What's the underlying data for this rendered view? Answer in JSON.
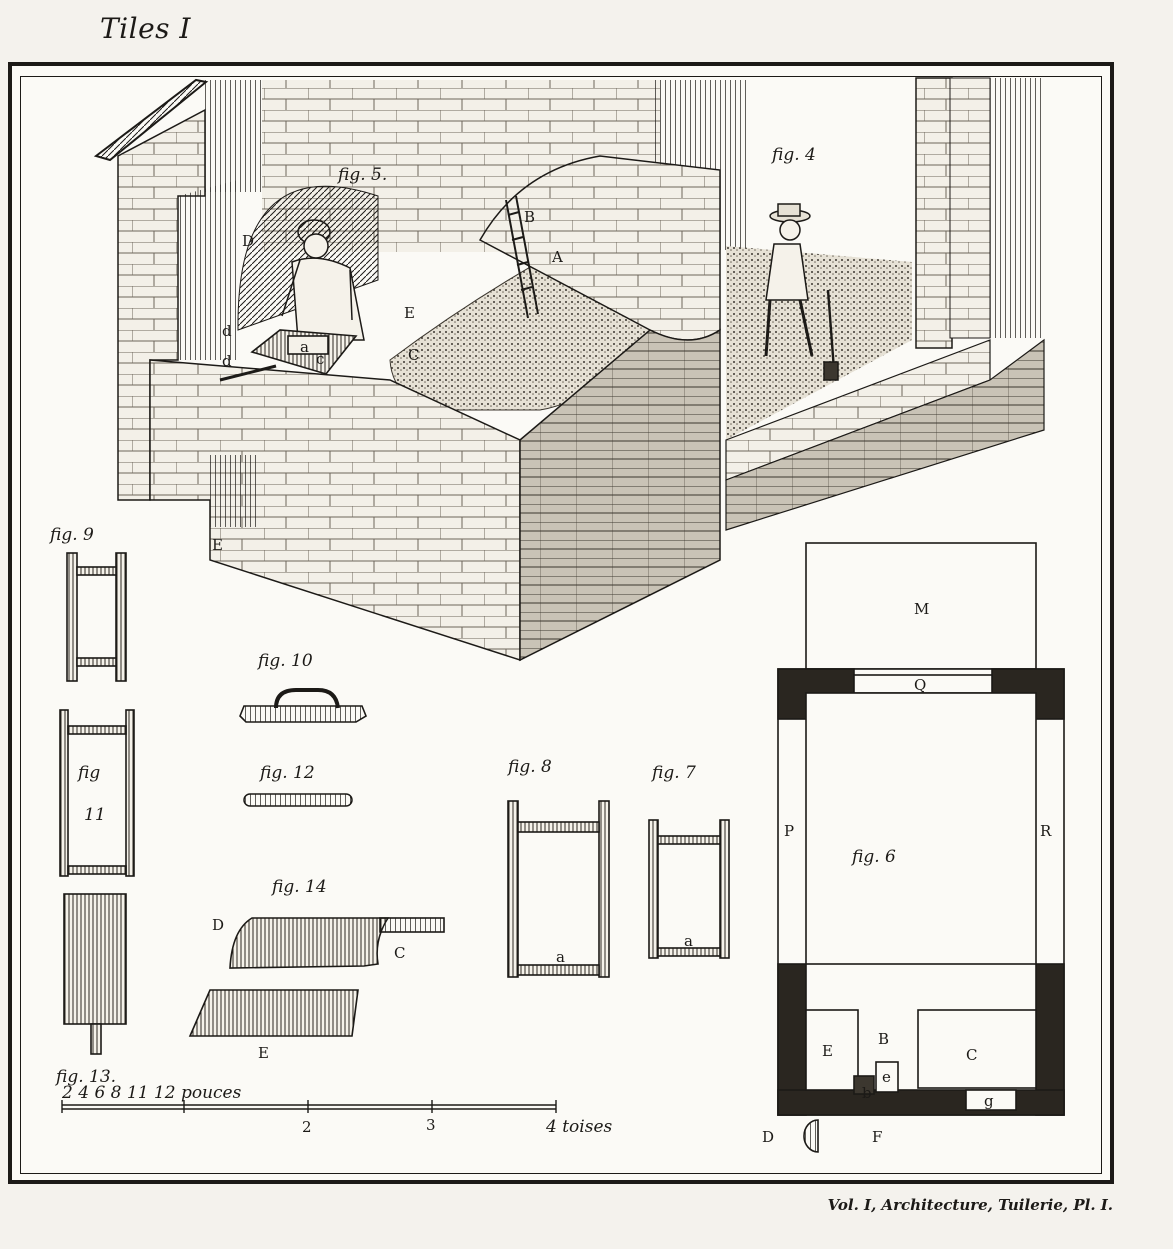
{
  "plate_title": "Tiles I",
  "caption": "Vol. I, Architecture, Tuilerie, Pl. I.",
  "figures": {
    "fig4": "fig. 4",
    "fig5": "fig. 5.",
    "fig6": "fig. 6",
    "fig7": "fig. 7",
    "fig8": "fig. 8",
    "fig9": "fig. 9",
    "fig10": "fig. 10",
    "fig11a": "fig",
    "fig11b": "11",
    "fig12": "fig. 12",
    "fig13": "fig. 13.",
    "fig14": "fig. 14"
  },
  "letters": {
    "A": "A",
    "B": "B",
    "C": "C",
    "D": "D",
    "E": "E",
    "F": "F",
    "M": "M",
    "P": "P",
    "Q": "Q",
    "R": "R",
    "a": "a",
    "c": "c",
    "d": "d",
    "b": "b",
    "e": "e",
    "g": "g"
  },
  "scale": {
    "pouces": "2 4 6 8 11 12 pouces",
    "t2": "2",
    "t3": "3",
    "toises": "4 toises"
  }
}
